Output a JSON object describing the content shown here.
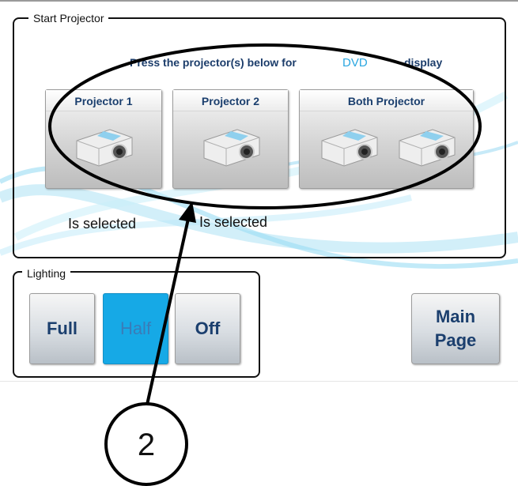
{
  "start_projector": {
    "legend": "Start Projector",
    "instruction": {
      "prefix": "Press the projector(s) below for",
      "source": "DVD",
      "suffix": "display"
    },
    "buttons": [
      {
        "label": "Projector 1"
      },
      {
        "label": "Projector 2"
      },
      {
        "label": "Both Projector"
      }
    ],
    "status": [
      {
        "text": "Is selected"
      },
      {
        "text": "Is selected"
      }
    ]
  },
  "lighting": {
    "legend": "Lighting",
    "buttons": [
      {
        "label": "Full",
        "active": false
      },
      {
        "label": "Half",
        "active": true
      },
      {
        "label": "Off",
        "active": false
      }
    ]
  },
  "main_page": {
    "line1": "Main",
    "line2": "Page"
  },
  "annotation": {
    "callout_number": "2"
  },
  "colors": {
    "accent": "#16a9e6",
    "label_text": "#1b3f6e",
    "source_text": "#2aa6e0"
  }
}
